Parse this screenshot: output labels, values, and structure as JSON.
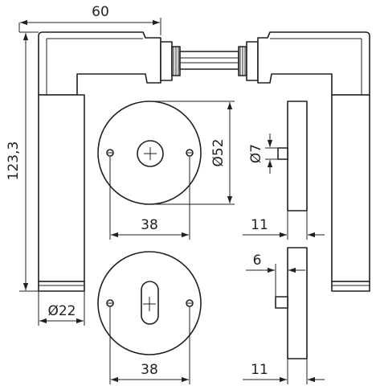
{
  "drawing": {
    "dimensions": {
      "lever_length": "60",
      "lever_height": "123,3",
      "grip_diameter": "Ø22",
      "rose_diameter": "Ø52",
      "spindle_diameter": "Ø7",
      "screw_spacing_top": "38",
      "screw_spacing_bottom": "38",
      "rose_thickness_top": "11",
      "rose_thickness_bottom": "11",
      "keyhole_offset": "6"
    }
  }
}
